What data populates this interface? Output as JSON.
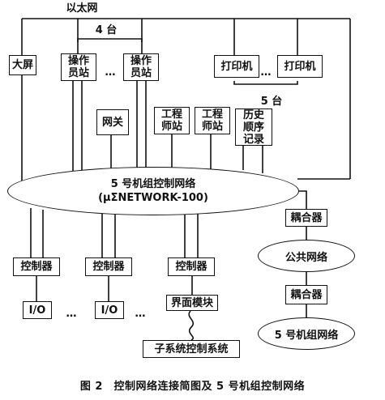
{
  "diagram": {
    "ethernet_label": "以太网",
    "group_count_operator": "4 台",
    "group_count_history": "5 台",
    "ellipsis": "…",
    "nodes": {
      "big_screen": "大屏",
      "operator_station_1": "操作员站",
      "operator_station_2": "操作员站",
      "printer_1": "打印机",
      "printer_2": "打印机",
      "gateway": "网关",
      "engineer_station_1": "工程师站",
      "engineer_station_2": "工程师站",
      "history_record": "历史顺序记录",
      "network_title": "5 号机组控制网络",
      "network_subtitle": "(μΣNETWORK-100)",
      "coupler_1": "耦合器",
      "public_network": "公共网络",
      "coupler_2": "耦合器",
      "unit5_network": "5 号机组网络",
      "controller_1": "控制器",
      "controller_2": "控制器",
      "controller_3": "控制器",
      "io_1": "I/O",
      "io_2": "I/O",
      "interface_module": "界面模块",
      "subsystem_control": "子系统控制系统"
    },
    "caption": "图 2　控制网络连接简图及 5 号机组控制网络"
  }
}
